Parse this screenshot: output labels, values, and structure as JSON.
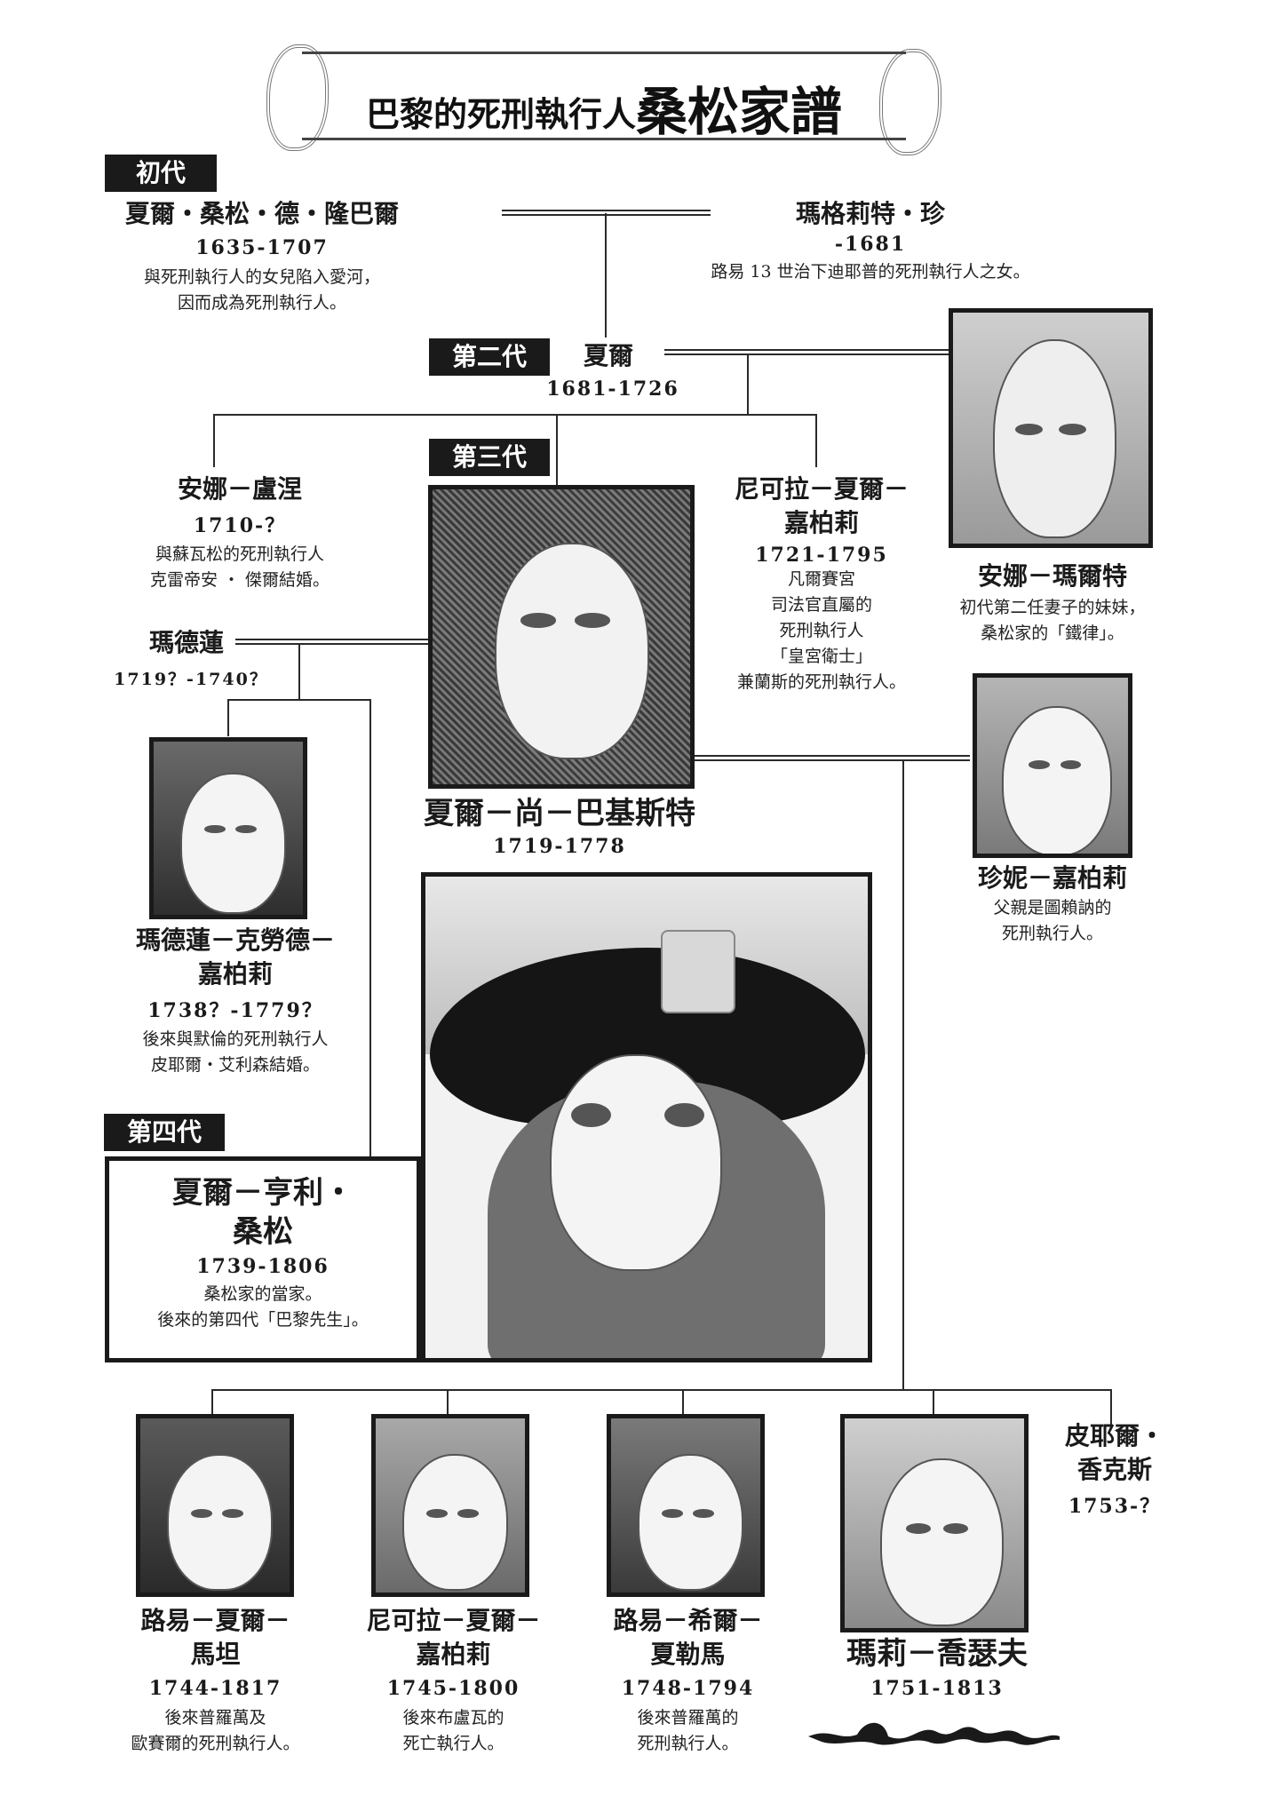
{
  "title": {
    "prefix": "巴黎的死刑執行人",
    "main": "桑松家譜"
  },
  "generations": {
    "g1": "初代",
    "g2": "第二代",
    "g3": "第三代",
    "g4": "第四代"
  },
  "people": {
    "charles_founder": {
      "name": "夏爾・桑松・德・隆巴爾",
      "years": "1635-1707",
      "note": [
        "與死刑執行人的女兒陷入愛河，",
        "因而成為死刑執行人。"
      ]
    },
    "marguerite": {
      "name": "瑪格莉特・珍",
      "years": "-1681",
      "note": [
        "路易 13 世治下迪耶普的死刑執行人之女。"
      ]
    },
    "charles_2": {
      "name": "夏爾",
      "years": "1681-1726"
    },
    "anne_marthe": {
      "name": "安娜－瑪爾特",
      "note": [
        "初代第二任妻子的妹妹，",
        "桑松家的「鐵律」。"
      ]
    },
    "anne_renee": {
      "name": "安娜－盧涅",
      "years": "1710-？",
      "note": [
        "與蘇瓦松的死刑執行人",
        "克雷帝安 ・ 傑爾結婚。"
      ]
    },
    "nicolas_1": {
      "name": [
        "尼可拉－夏爾－",
        "嘉柏莉"
      ],
      "years": "1721-1795",
      "note": [
        "凡爾賽宮",
        "司法官直屬的",
        "死刑執行人",
        "「皇宮衛士」",
        "兼蘭斯的死刑執行人。"
      ]
    },
    "madeleine": {
      "name": "瑪德蓮",
      "years": "1719？-1740？"
    },
    "charles_jean_baptiste": {
      "name": "夏爾－尚－巴基斯特",
      "years": "1719-1778"
    },
    "jeanne": {
      "name": "珍妮－嘉柏莉",
      "note": [
        "父親是圖賴訥的",
        "死刑執行人。"
      ]
    },
    "madeleine_claude": {
      "name": [
        "瑪德蓮－克勞德－",
        "嘉柏莉"
      ],
      "years": "1738？-1779？",
      "note": [
        "後來與默倫的死刑執行人",
        "皮耶爾・艾利森結婚。"
      ]
    },
    "charles_henri": {
      "name": [
        "夏爾－亨利・",
        "桑松"
      ],
      "years": "1739-1806",
      "note": [
        "桑松家的當家。",
        "後來的第四代「巴黎先生」。"
      ]
    },
    "pierre": {
      "name": [
        "皮耶爾・",
        "香克斯"
      ],
      "years": "1753-？"
    },
    "louis_charles": {
      "name": [
        "路易－夏爾－",
        "馬坦"
      ],
      "years": "1744-1817",
      "note": [
        "後來普羅萬及",
        "歐賽爾的死刑執行人。"
      ]
    },
    "nicolas_2": {
      "name": [
        "尼可拉－夏爾－",
        "嘉柏莉"
      ],
      "years": "1745-1800",
      "note": [
        "後來布盧瓦的",
        "死亡執行人。"
      ]
    },
    "louis_cyr": {
      "name": [
        "路易－希爾－",
        "夏勒馬"
      ],
      "years": "1748-1794",
      "note": [
        "後來普羅萬的",
        "死刑執行人。"
      ]
    },
    "marie_josephe": {
      "name": "瑪莉－喬瑟夫",
      "years": "1751-1813"
    }
  },
  "colors": {
    "ink": "#1a1a1a",
    "paper": "#ffffff",
    "frame": "#444444"
  }
}
